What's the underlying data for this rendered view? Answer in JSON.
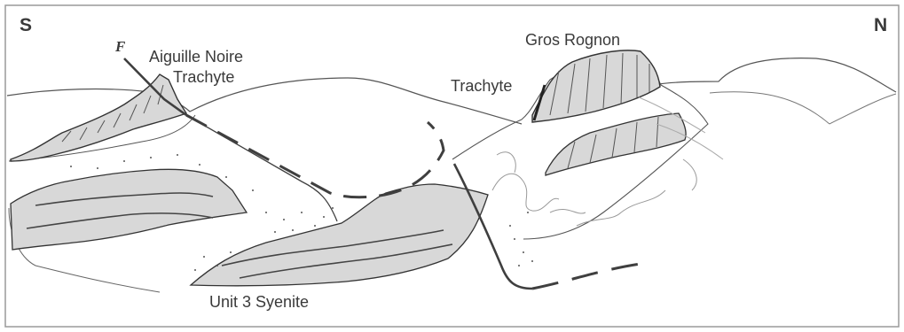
{
  "labels": {
    "south": "S",
    "north": "N",
    "fault": "F",
    "aiguille_noire": "Aiguille Noire",
    "trachyte_left": "Trachyte",
    "gros_rognon": "Gros Rognon",
    "trachyte_right": "Trachyte",
    "unit3_syenite": "Unit 3 Syenite"
  },
  "colors": {
    "background": "#ffffff",
    "frame": "#9a9a9a",
    "rock_fill": "#d8d8d8",
    "line": "#3a3a3a",
    "fault_line": "#3f3f3f"
  }
}
